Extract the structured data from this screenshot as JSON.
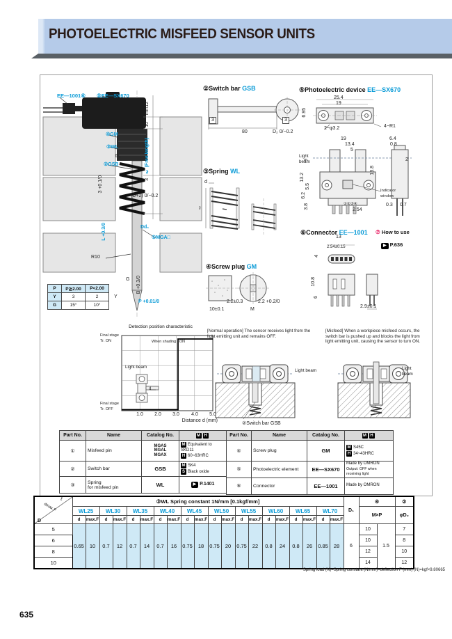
{
  "header": {
    "title": "PHOTOELECTRIC MISFEED SENSOR UNITS"
  },
  "page": {
    "number": "635"
  },
  "icons": {
    "page_ref": "▶",
    "m": "M",
    "h": "H",
    "s": "S"
  },
  "assembly": {
    "label_connector": "EE—1001⑥",
    "label_device": "⑤EE—SX670",
    "label_gm": "④GM",
    "label_wl": "③WL",
    "label_gsb": "②GSB",
    "label_mga": "①MGA□",
    "dim_min12": "min12",
    "dim_10": "10",
    "dim_free": "ℓ (Free length)",
    "dim_3": "3",
    "dim_3tol": "3 +0.1/0",
    "dim_dplus2": "(D+2) 0/−0.2",
    "dim_d1": "D₁",
    "dim_L": "L +0.3/0",
    "dim_dd1": "Dd₁",
    "dim_r10": "R10",
    "dim_g": "G",
    "dim_y": "Y",
    "dim_b": "B +0.3/0",
    "dim_p": "P +0.01/0",
    "pyg": {
      "r0": [
        "P",
        "P≧2.00",
        "P<2.00"
      ],
      "r1": [
        "Y",
        "3",
        "2"
      ],
      "r2": [
        "G",
        "15°",
        "10°"
      ]
    }
  },
  "switch_bar": {
    "num": "②",
    "name": "Switch bar",
    "code": "GSB",
    "dim_3a": "3",
    "dim_80": "80",
    "dim_3b": "3",
    "dim_d2": "D₂ 0/−0.2"
  },
  "spring": {
    "num": "③",
    "name": "Spring",
    "code": "WL",
    "dim_d": "d",
    "dim_l": "ℓ"
  },
  "screw_plug": {
    "num": "④",
    "name": "Screw plug",
    "code": "GM",
    "dim_22a": "2.2±0.3",
    "dim_10": "10±0.1",
    "dim_m": "M",
    "dim_22b": "2.2 +0.2/0"
  },
  "photo_device": {
    "num": "⑤",
    "name": "Photoelectric device",
    "code": "EE—SX670",
    "dim_254": "25.4",
    "dim_19a": "19",
    "dim_695": "6.95",
    "dim_phi32": "2−φ3.2",
    "dim_4r1": "4−R1",
    "dim_19b": "19",
    "dim_134": "13.4",
    "dim_5": "5",
    "dim_64": "6.4",
    "dim_08": "0.8",
    "dim_9": "9",
    "dim_132": "13.2",
    "dim_55": "5.5",
    "dim_62": "6.2",
    "dim_38": "3.8",
    "dim_138": "13.8",
    "dim_2": "2",
    "dim_03": "0.3",
    "dim_07": "0.7",
    "pins": "①②③④",
    "dim_2540": "2.54",
    "label_beam": "Light\nbeam",
    "label_indicator": "Indicator\nwindow"
  },
  "connector": {
    "num": "⑥",
    "name": "Connector",
    "code": "EE—1001",
    "how_num": "⑦",
    "how_label": "How to use",
    "page_ref": "P.636",
    "dim_13": "13",
    "dim_254": "2.54±0.15",
    "dim_4": "4",
    "dim_108": "10.8",
    "dim_6": "6",
    "dim_29": "2.9±0.1"
  },
  "detection_chart": {
    "title": "Detection position characteristic",
    "note": "When shading : ON",
    "label_beam": "Light beam",
    "label_d": "d",
    "y_on": "Final stage\nTr.  ON",
    "y_off": "Final stage\nTr.  OFF",
    "ticks": [
      "1.0",
      "2.0",
      "3.0",
      "4.0",
      "5.0"
    ],
    "xlabel": "Distance d (mm)"
  },
  "notes": {
    "normal": "[Normal operation] The sensor receives light from the light emitting unit and remains OFF.",
    "misfeed": "[Misfeed] When a workpiece misfeed occurs, the switch bar is pushed up and blocks the light from light emitting unit, causing the sensor to turn ON."
  },
  "sections": {
    "beam_left": "Light beam",
    "beam_right": "Light\nbeam",
    "caption": "②Switch bar GSB"
  },
  "parts_table": {
    "h_part": "Part No.",
    "h_name": "Name",
    "h_cat": "Catalog No.",
    "left": [
      {
        "no": "①",
        "name": "Misfeed pin",
        "c0": "MGAS",
        "c1": "MGAL",
        "c2": "MGAX",
        "s0i": "M",
        "s0": "Equivalent to SKD11",
        "s1i": "H",
        "s1": "60~63HRC"
      },
      {
        "no": "②",
        "name": "Switch bar",
        "c0": "GSB",
        "s0i": "M",
        "s0": "SK4",
        "s1i": "S",
        "s1": "Black oxide"
      },
      {
        "no": "③",
        "name": "Spring\nfor misfeed pin",
        "c0": "WL",
        "ref": "P.1401"
      }
    ],
    "right": [
      {
        "no": "④",
        "name": "Screw plug",
        "c0": "GM",
        "s0i": "M",
        "s0": "S45C",
        "s1i": "H",
        "s1": "34~43HRC"
      },
      {
        "no": "⑤",
        "name": "Photoelectric element",
        "c0": "EE—SX670",
        "s0": "Made by OMRON",
        "s1": "Output: OFF when receiving light"
      },
      {
        "no": "⑥",
        "name": "Connector",
        "c0": "EE—1001",
        "s0": "Made by OMRON"
      }
    ]
  },
  "spring_table": {
    "title": "③WL Spring constant 1N/mm [0.1kgf/mm]",
    "corner_l": "ℓ",
    "corner_diag": "dmax.F",
    "corner_d": "D",
    "models": [
      "WL25",
      "WL30",
      "WL35",
      "WL40",
      "WL45",
      "WL50",
      "WL55",
      "WL60",
      "WL65",
      "WL70"
    ],
    "sub_d": "d",
    "sub_f": "max.F",
    "d": [
      "0.65",
      "0.7",
      "0.7",
      "0.7",
      "0.75",
      "0.75",
      "0.75",
      "0.8",
      "0.8",
      "0.85"
    ],
    "f": [
      "10",
      "12",
      "14",
      "16",
      "18",
      "20",
      "22",
      "24",
      "26",
      "28"
    ],
    "rows_D": [
      "5",
      "6",
      "8",
      "10"
    ],
    "d1h": "D₁",
    "d1": "6",
    "g4": "④",
    "mxp": "M×P",
    "m": [
      "10",
      "10",
      "12",
      "14"
    ],
    "p": "1.5",
    "g2": "②",
    "d2h": "φD₂",
    "d2v": [
      "7",
      "8",
      "10",
      "12"
    ],
    "footnote": "Spring load (N)=Spring constant (N/mm)×deflection F (mm)    (N)=kgf×9.80665"
  }
}
